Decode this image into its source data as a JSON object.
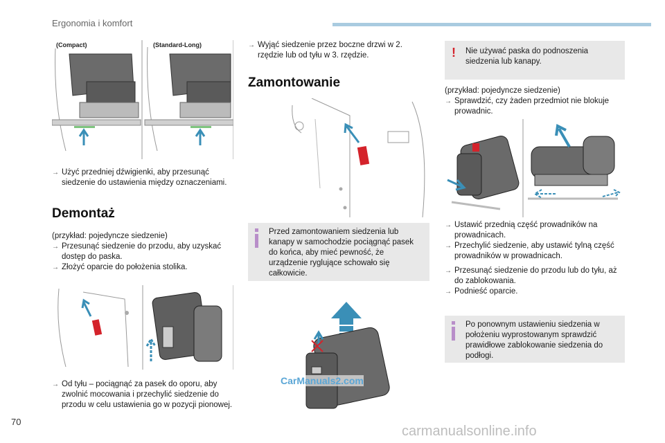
{
  "header": {
    "title": "Ergonomia i komfort"
  },
  "page_number": "70",
  "figures": {
    "compact_label": "(Compact)",
    "standard_long_label": "(Standard-Long)"
  },
  "col1": {
    "step_lever": "Użyć przedniej dźwigienki, aby przesunąć siedzenie do ustawienia między oznaczeniami.",
    "demontaz_heading": "Demontaż",
    "example": "(przykład: pojedyncze siedzenie)",
    "step_slide": "Przesunąć siedzenie do przodu, aby uzyskać dostęp do paska.",
    "step_fold": "Złożyć oparcie do położenia stolika.",
    "step_pull": "Od tyłu – pociągnąć za pasek do oporu, aby zwolnić mocowania i przechylić siedzenie do przodu w celu ustawienia go w pozycji pionowej."
  },
  "col2": {
    "step_remove": "Wyjąć siedzenie przez boczne drzwi w 2. rzędzie lub od tyłu w 3. rzędzie.",
    "zamontowanie_heading": "Zamontowanie",
    "info_box": "Przed zamontowaniem siedzenia lub kanapy w samochodzie pociągnąć pasek do końca, aby mieć pewność, że urządzenie ryglujące schowało się całkowicie."
  },
  "col3": {
    "warning_box": "Nie używać paska do podnoszenia siedzenia lub kanapy.",
    "example": "(przykład: pojedyncze siedzenie)",
    "step_check": "Sprawdzić, czy żaden przedmiot nie blokuje prowadnic.",
    "step_front": "Ustawić przednią część prowadników na prowadnicach.",
    "step_tilt": "Przechylić siedzenie, aby ustawić tylną część prowadników w prowadnicach.",
    "step_push": "Przesunąć siedzenie do przodu lub do tyłu, aż do zablokowania.",
    "step_raise": "Podnieść oparcie.",
    "info_box": "Po ponownym ustawieniu siedzenia w położeniu wyprostowanym sprawdzić prawidłowe zablokowanie siedzenia do podłogi."
  },
  "watermarks": {
    "carmanuals": "CarManuals2.com",
    "site": "carmanualsonline.info"
  }
}
